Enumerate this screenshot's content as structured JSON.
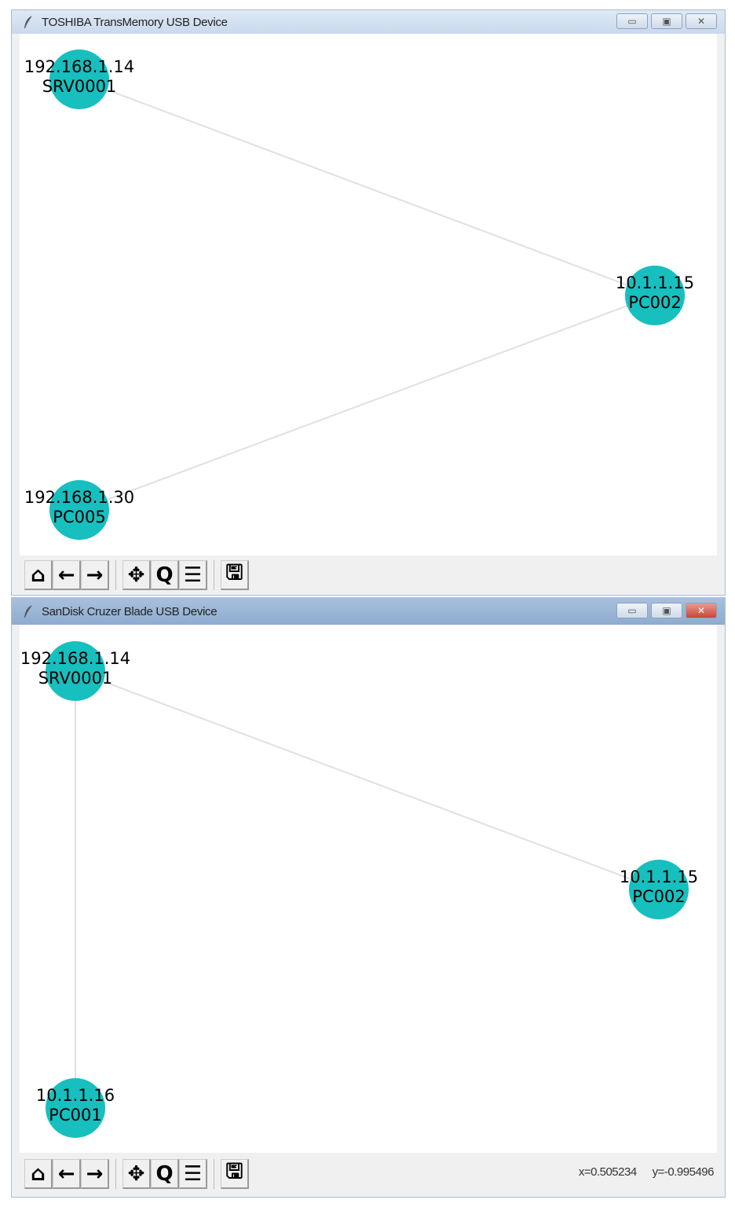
{
  "windows": [
    {
      "title": "TOSHIBA TransMemory USB Device",
      "nodes": [
        {
          "id": "SRV0001",
          "ip": "192.168.1.14"
        },
        {
          "id": "PC002",
          "ip": "10.1.1.15"
        },
        {
          "id": "PC005",
          "ip": "192.168.1.30"
        }
      ],
      "edges": [
        [
          "SRV0001",
          "PC002"
        ],
        [
          "PC002",
          "PC005"
        ]
      ],
      "coords": null
    },
    {
      "title": "SanDisk Cruzer Blade USB Device",
      "nodes": [
        {
          "id": "SRV0001",
          "ip": "192.168.1.14"
        },
        {
          "id": "PC002",
          "ip": "10.1.1.15"
        },
        {
          "id": "PC001",
          "ip": "10.1.1.16"
        }
      ],
      "edges": [
        [
          "SRV0001",
          "PC002"
        ],
        [
          "SRV0001",
          "PC001"
        ]
      ],
      "coords": {
        "x": "x=0.505234",
        "y": "y=-0.995496"
      }
    }
  ],
  "toolbar": [
    "home-icon",
    "back-icon",
    "forward-icon",
    "pan-icon",
    "zoom-icon",
    "configure-subplots-icon",
    "save-icon"
  ],
  "colors": {
    "node": "#17bfbf",
    "edge": "#e0e0e0"
  }
}
